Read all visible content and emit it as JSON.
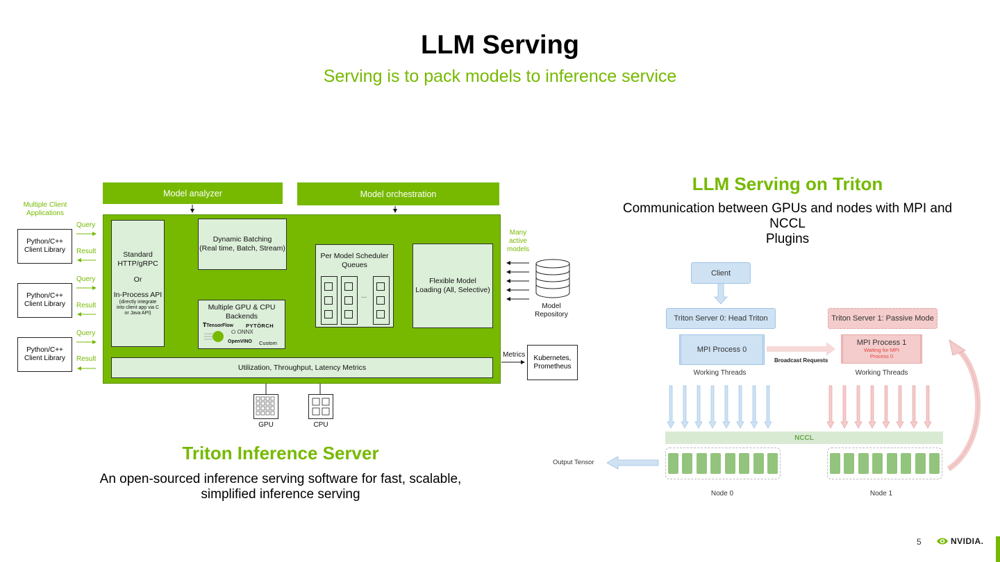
{
  "header": {
    "title": "LLM Serving",
    "subtitle": "Serving is to pack models to inference service"
  },
  "triton_diagram": {
    "model_analyzer": "Model analyzer",
    "model_orchestration": "Model orchestration",
    "clients_heading_1": "Multiple Client",
    "clients_heading_2": "Applications",
    "clients": [
      {
        "line1": "Python/C++",
        "line2": "Client Library",
        "query": "Query",
        "result": "Result"
      },
      {
        "line1": "Python/C++",
        "line2": "Client Library",
        "query": "Query",
        "result": "Result"
      },
      {
        "line1": "Python/C++",
        "line2": "Client Library",
        "query": "Query",
        "result": "Result"
      }
    ],
    "standard_api": {
      "line1": "Standard",
      "line2": "HTTP/gRPC",
      "line3": "Or",
      "line4": "In-Process API",
      "note1": "(directly integrate",
      "note2": "into client app via C",
      "note3": "or Java API)"
    },
    "dynamic_batching": {
      "line1": "Dynamic Batching",
      "line2": "(Real time, Batch, Stream)"
    },
    "scheduler": {
      "line1": "Per Model Scheduler",
      "line2": "Queues",
      "ellipsis": "..."
    },
    "model_loading": {
      "line1": "Flexible Model",
      "line2": "Loading (All, Selective)"
    },
    "backends": {
      "line1": "Multiple GPU & CPU",
      "line2": "Backends",
      "tensorflow": "TensorFlow",
      "pytorch": "PYTÖRCH",
      "onnx": "ONNX",
      "openvino": "OpenVINO",
      "custom": "Custom"
    },
    "metrics_bar": "Utilization, Throughput, Latency Metrics",
    "many_models": {
      "line1": "Many",
      "line2": "active",
      "line3": "models"
    },
    "repository": {
      "line1": "Model",
      "line2": "Repository"
    },
    "metrics_label": "Metrics",
    "kubernetes": {
      "line1": "Kubernetes,",
      "line2": "Prometheus"
    },
    "gpu": "GPU",
    "cpu": "CPU"
  },
  "triton_section": {
    "title": "Triton Inference Server",
    "description_1": "An open-sourced inference serving software for fast, scalable,",
    "description_2": "simplified inference serving"
  },
  "llm_section": {
    "title": "LLM Serving on Triton",
    "description_1": "Communication between GPUs and nodes with MPI and NCCL",
    "description_2": "Plugins"
  },
  "llm_diagram": {
    "client": "Client",
    "server0": "Triton Server 0: Head Triton",
    "server1": "Triton Server 1: Passive Mode",
    "mpi0": "MPI Process 0",
    "mpi1": "MPI Process 1",
    "waiting_1": "Waiting for MPI",
    "waiting_2": "Process 0",
    "broadcast": "Broadcast Requests",
    "threads0": "Working Threads",
    "threads1": "Working Threads",
    "nccl": "NCCL",
    "output": "Output Tensor",
    "node0": "Node 0",
    "node1": "Node 1"
  },
  "footer": {
    "page_number": "5",
    "brand": "NVIDIA."
  },
  "colors": {
    "accent": "#76b900",
    "light_green": "#dcefd9",
    "blue": "#cfe2f3",
    "pink": "#f4cccc"
  },
  "icons": [
    "database-icon",
    "gpu-chip-icon",
    "cpu-chip-icon",
    "tensorflow-logo",
    "onnx-logo",
    "nvidia-eye-icon"
  ]
}
